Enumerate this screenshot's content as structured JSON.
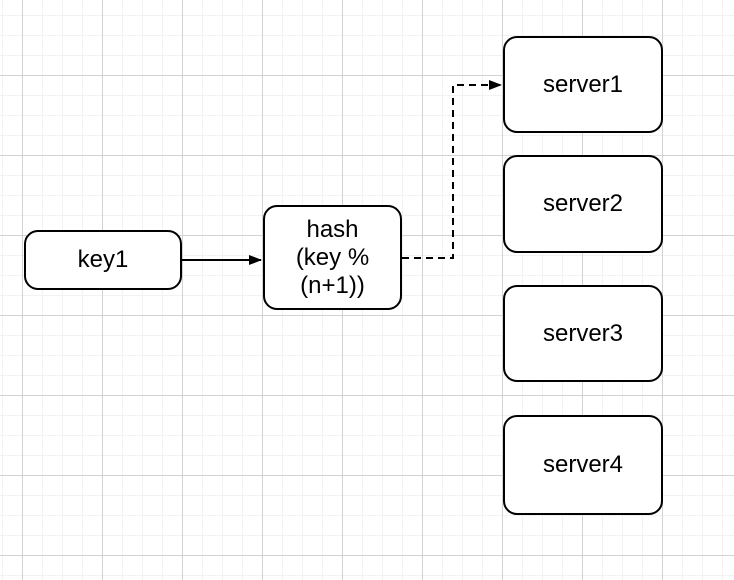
{
  "diagram": {
    "nodes": {
      "key1": {
        "label": "key1"
      },
      "hash": {
        "label": "hash\n(key %\n(n+1))"
      },
      "server1": {
        "label": "server1"
      },
      "server2": {
        "label": "server2"
      },
      "server3": {
        "label": "server3"
      },
      "server4": {
        "label": "server4"
      }
    },
    "edges": [
      {
        "from": "key1",
        "to": "hash",
        "style": "solid",
        "arrowhead": "filled-triangle"
      },
      {
        "from": "hash",
        "to": "server1",
        "style": "dashed",
        "arrowhead": "filled-triangle"
      }
    ],
    "colors": {
      "canvas_bg": "#ffffff",
      "grid_minor": "#f2f2f2",
      "grid_major": "#d2d2d2",
      "node_fill": "#ffffff",
      "node_border": "#000000",
      "text": "#000000",
      "edge_stroke": "#000000"
    }
  }
}
